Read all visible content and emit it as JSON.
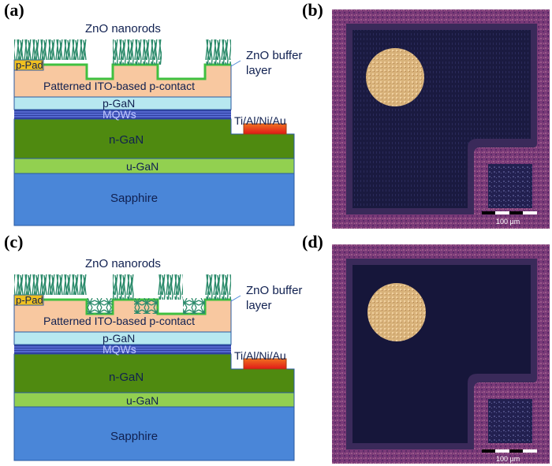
{
  "panels": {
    "a": {
      "label": "(a)"
    },
    "b": {
      "label": "(b)"
    },
    "c": {
      "label": "(c)"
    },
    "d": {
      "label": "(d)"
    }
  },
  "schematic": {
    "nanorods": "ZnO nanorods",
    "buffer_line1": "ZnO buffer",
    "buffer_line2": "layer",
    "p_pad": "p-Pad",
    "ito": "Patterned ITO-based p-contact",
    "p_gan": "p-GaN",
    "mqws": "MQWs",
    "n_contact": "Ti/Al/Ni/Au",
    "n_gan": "n-GaN",
    "u_gan": "u-GaN",
    "sapphire": "Sapphire"
  },
  "micrograph": {
    "scale_label": "100 µm"
  },
  "colors": {
    "sapphire": "#4a86d8",
    "u_gan": "#92d050",
    "n_gan": "#4f8a10",
    "mqw": "#2f3f9f",
    "p_gan": "#b7e8f0",
    "ito": "#f8c8a0",
    "p_pad": "#f0c020",
    "n_contact": "#e84020",
    "nanorod": "#2a8a6a",
    "buffer": "#40c040",
    "border_purple": "#7a3a78",
    "dark_blue": "#16163a",
    "pad_gold": "#d8b27a"
  }
}
